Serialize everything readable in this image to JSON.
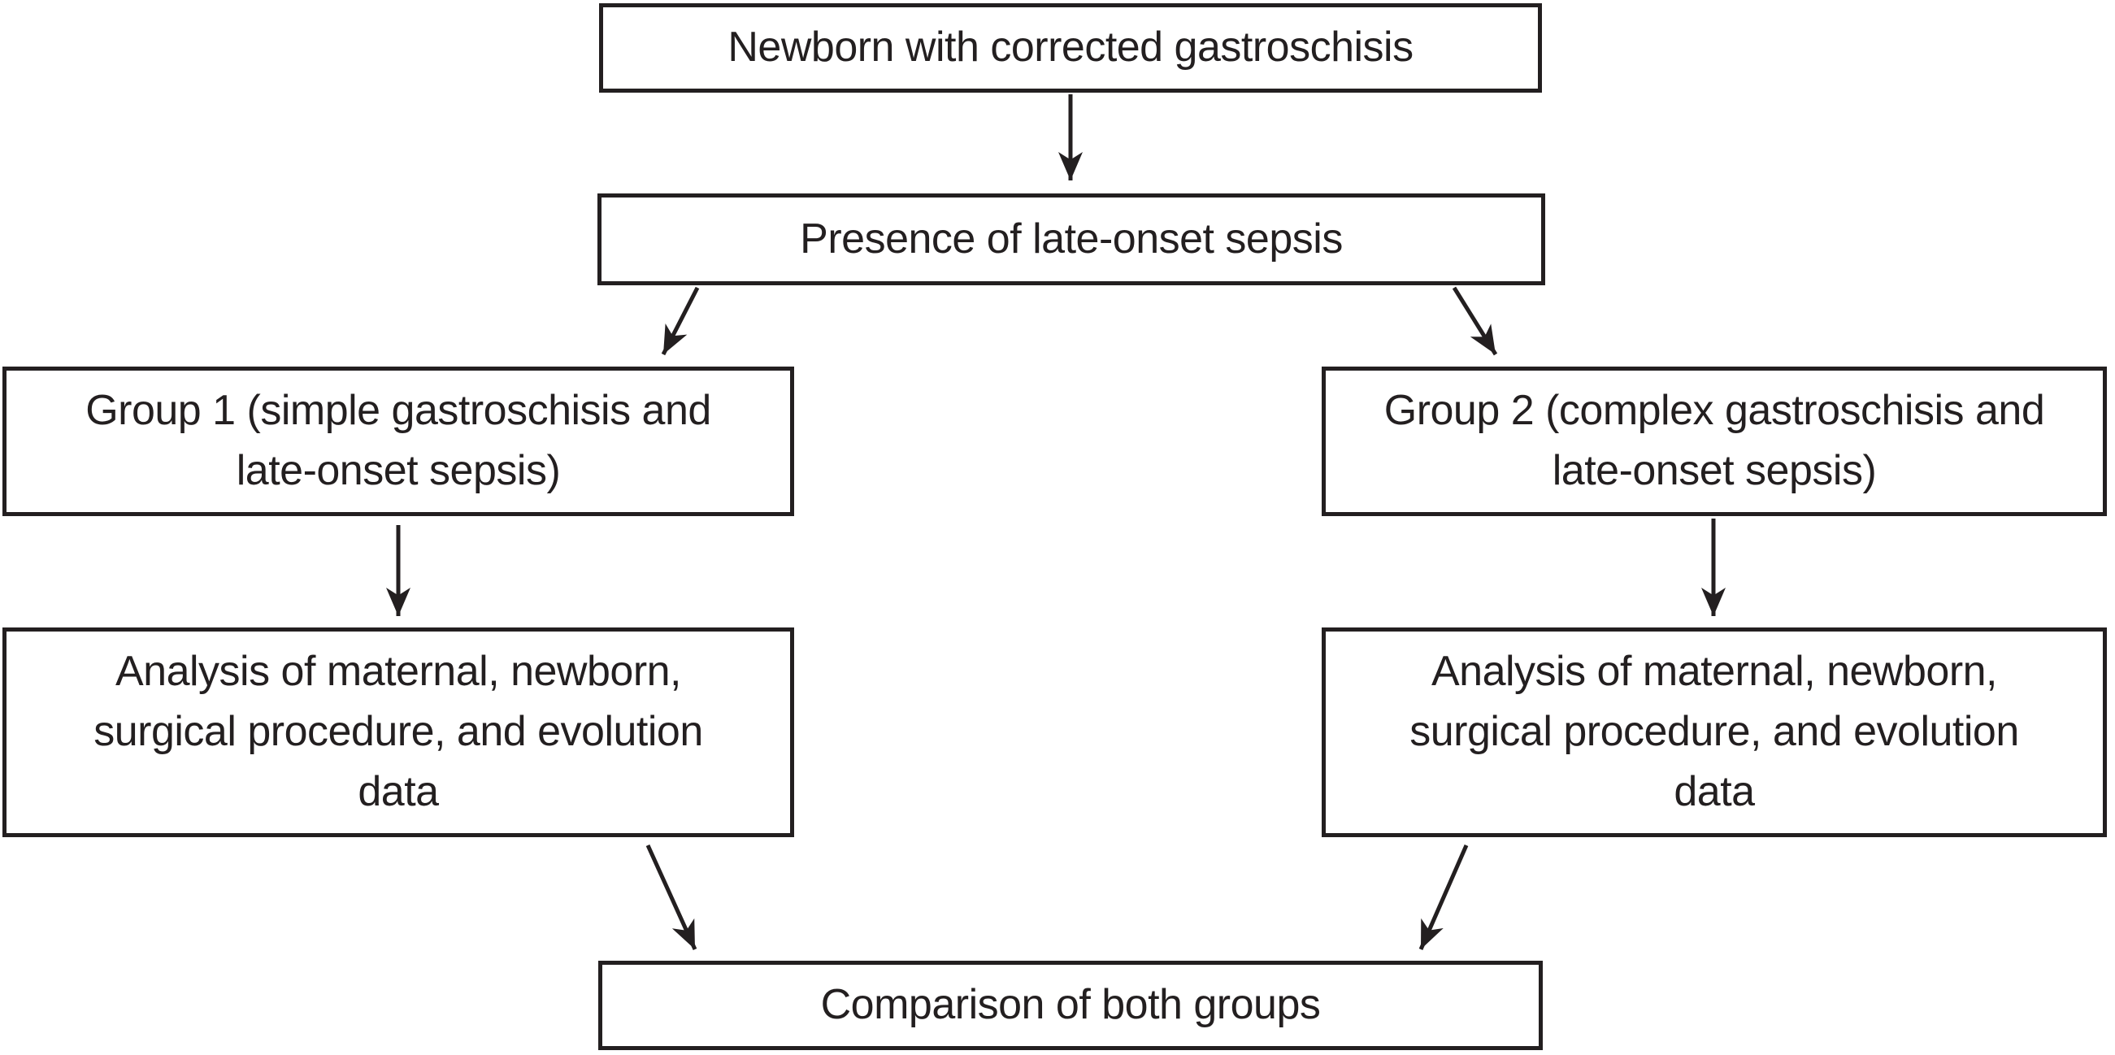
{
  "diagram": {
    "type": "flowchart",
    "background_color": "#ffffff",
    "ink_color": "#231f20",
    "node_fill_color": "#ffffff",
    "nodes": [
      {
        "id": "newborn",
        "lines": [
          "Newborn with corrected gastroschisis"
        ]
      },
      {
        "id": "sepsis",
        "lines": [
          "Presence of late-onset sepsis"
        ]
      },
      {
        "id": "group1",
        "lines": [
          "Group 1 (simple gastroschisis and",
          "late-onset sepsis)"
        ]
      },
      {
        "id": "group2",
        "lines": [
          "Group 2 (complex gastroschisis and",
          "late-onset sepsis)"
        ]
      },
      {
        "id": "analysis1",
        "lines": [
          "Analysis of maternal, newborn,",
          "surgical procedure, and evolution",
          "data"
        ]
      },
      {
        "id": "analysis2",
        "lines": [
          "Analysis of maternal, newborn,",
          "surgical procedure, and evolution",
          "data"
        ]
      },
      {
        "id": "comparison",
        "lines": [
          "Comparison of both groups"
        ]
      }
    ],
    "edges": [
      {
        "from": "newborn",
        "to": "sepsis"
      },
      {
        "from": "sepsis",
        "to": "group1"
      },
      {
        "from": "sepsis",
        "to": "group2"
      },
      {
        "from": "group1",
        "to": "analysis1"
      },
      {
        "from": "group2",
        "to": "analysis2"
      },
      {
        "from": "analysis1",
        "to": "comparison"
      },
      {
        "from": "analysis2",
        "to": "comparison"
      }
    ]
  }
}
